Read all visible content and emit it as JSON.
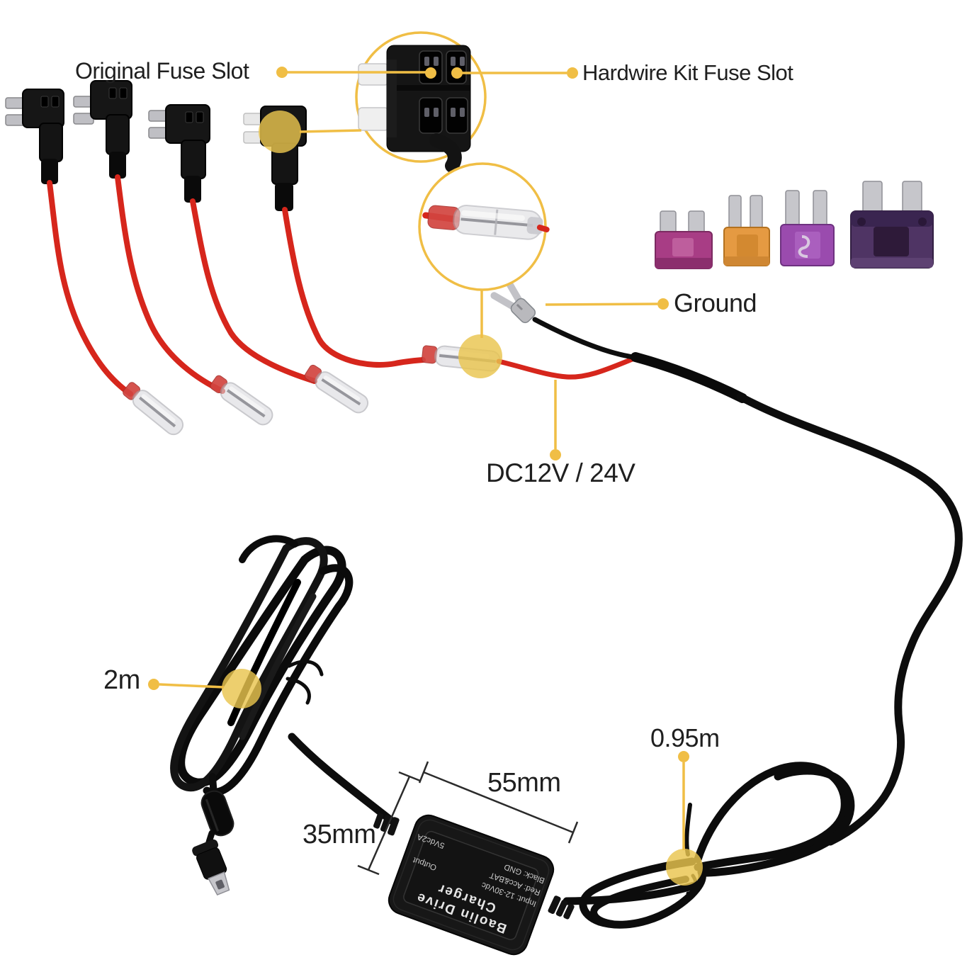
{
  "callouts": {
    "original_fuse_slot": "Original Fuse Slot",
    "hardwire_kit_fuse_slot": "Hardwire Kit Fuse Slot",
    "ground": "Ground",
    "dc_input": "DC12V / 24V",
    "output_cable_length": "2m",
    "input_cable_length": "0.95m",
    "charger_width": "55mm",
    "charger_height": "35mm"
  },
  "charger_label": {
    "title": "Baolin Drive Charger",
    "input": "Input: 12-30Vdc",
    "red_wire": "Red: Acc&BAT",
    "black_wire": "Black: GND",
    "output": "Output",
    "output_spec": "5Vdc2A"
  },
  "colors": {
    "callout_yellow": "#F0BE45",
    "highlight_gold": "#E9C44E",
    "wire_red": "#D6261C",
    "cable_black": "#0D0D0D",
    "fuse_low_profile_mini_magenta": "#A83D85",
    "fuse_micro2_orange": "#E59A42",
    "fuse_mini_purple": "#9A4BAE",
    "fuse_standard_purple": "#4F3464",
    "terminal_silver": "#C6C6CB"
  }
}
